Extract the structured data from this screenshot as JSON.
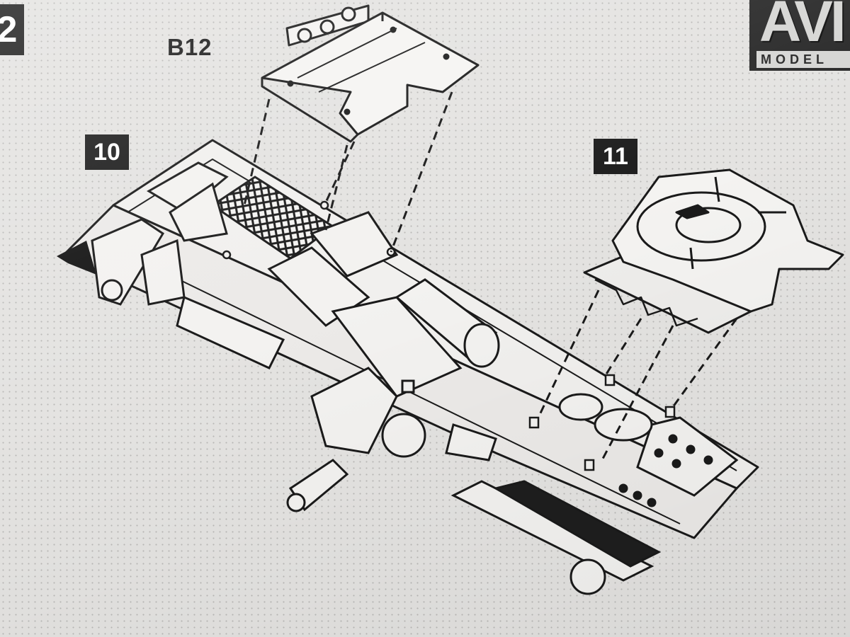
{
  "instructions": {
    "prev_step_number": "2",
    "part_label": "B12",
    "steps": [
      {
        "number": "10"
      },
      {
        "number": "11"
      }
    ]
  },
  "brand": {
    "mark": "AVI",
    "sub": "MODEL"
  }
}
